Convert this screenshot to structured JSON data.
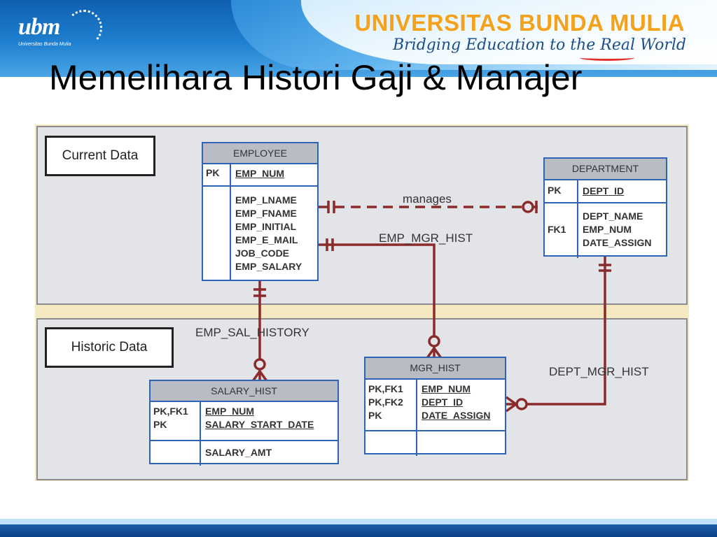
{
  "header": {
    "logo_text": "ubm",
    "logo_subtext": "Universitas Bunda Mulia",
    "university_name": "UNIVERSITAS BUNDA MULIA",
    "tagline": "Bridging Education to the Real World"
  },
  "title": "Memelihara Histori Gaji & Manajer",
  "sections": {
    "current": "Current Data",
    "historic": "Historic Data"
  },
  "entities": {
    "employee": {
      "name": "EMPLOYEE",
      "pk_key": "PK",
      "pk_attr": "EMP_NUM",
      "attrs": [
        "EMP_LNAME",
        "EMP_FNAME",
        "EMP_INITIAL",
        "EMP_E_MAIL",
        "JOB_CODE",
        "EMP_SALARY"
      ]
    },
    "department": {
      "name": "DEPARTMENT",
      "pk_key": "PK",
      "pk_attr": "DEPT_ID",
      "fk_key": "FK1",
      "attrs": [
        "DEPT_NAME",
        "EMP_NUM",
        "DATE_ASSIGN"
      ]
    },
    "salary_hist": {
      "name": "SALARY_HIST",
      "keys": [
        "PK,FK1",
        "PK"
      ],
      "pk_attrs": [
        "EMP_NUM",
        "SALARY_START_DATE"
      ],
      "attrs": [
        "SALARY_AMT"
      ]
    },
    "mgr_hist": {
      "name": "MGR_HIST",
      "keys": [
        "PK,FK1",
        "PK,FK2",
        "PK"
      ],
      "pk_attrs": [
        "EMP_NUM",
        "DEPT_ID",
        "DATE_ASSIGN"
      ]
    }
  },
  "relationships": {
    "manages": "manages",
    "emp_mgr_hist": "EMP_MGR_HIST",
    "emp_sal_history": "EMP_SAL_HISTORY",
    "dept_mgr_hist": "DEPT_MGR_HIST"
  },
  "colors": {
    "line": "#8b2a2a",
    "entity_border": "#2f63b5",
    "title_orange": "#f4a11c"
  }
}
